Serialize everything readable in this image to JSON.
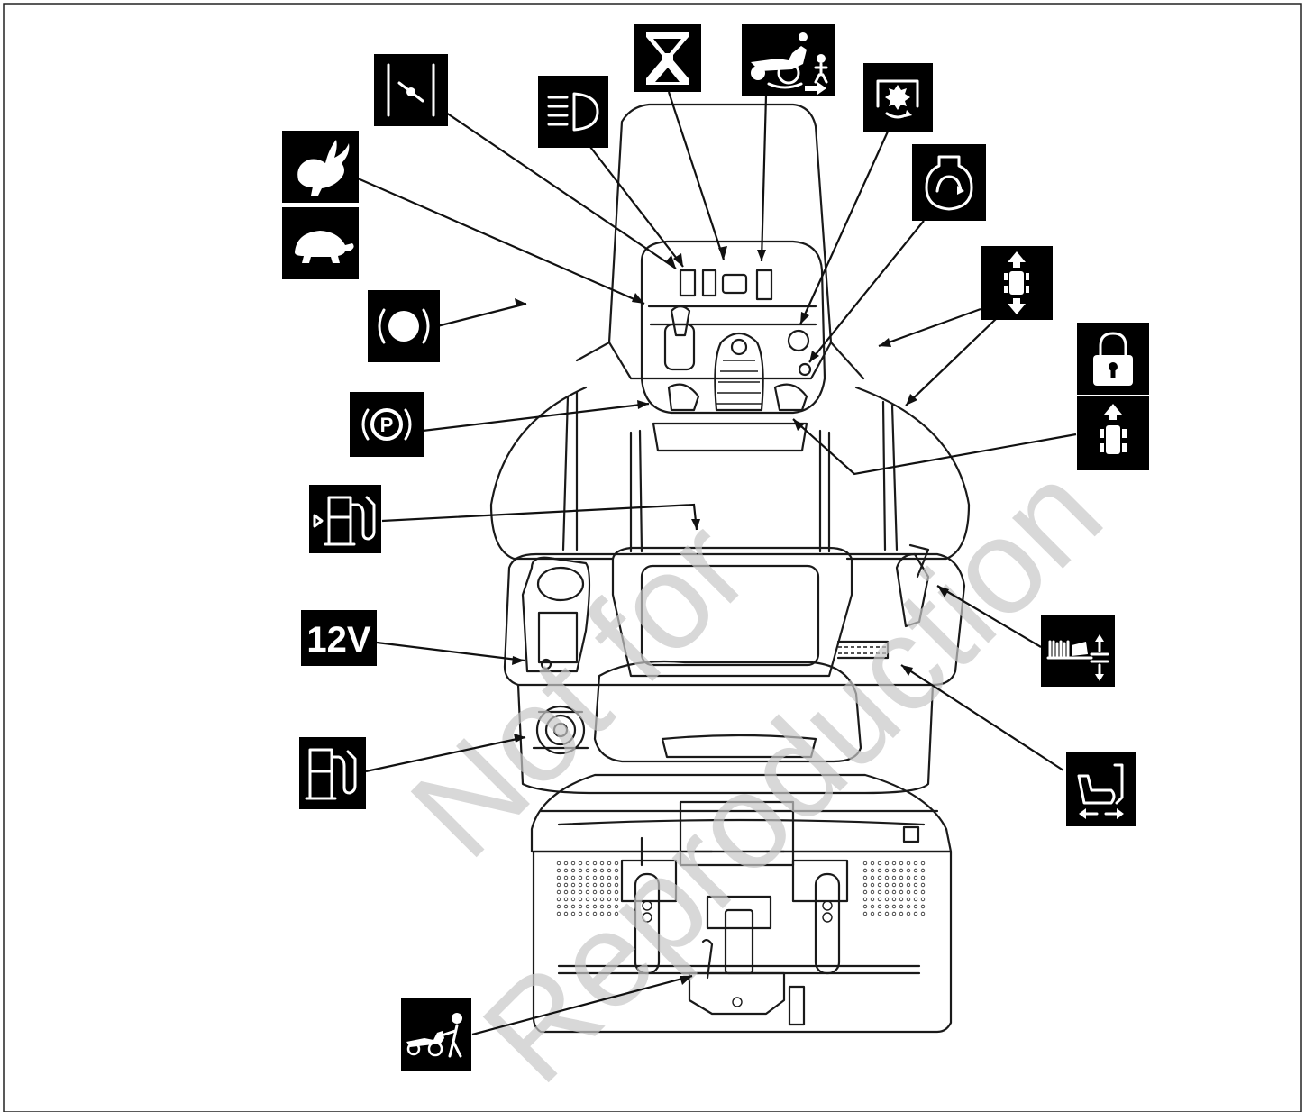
{
  "labels": {
    "voltage": "12V",
    "parking_brake_letter": "P"
  },
  "watermark": {
    "line1": "Not for",
    "line2": "Reproduction"
  },
  "icons": [
    "throttle-fast-icon",
    "throttle-slow-icon",
    "choke-icon",
    "headlight-icon",
    "hour-meter-icon",
    "reverse-mow-operator-icon",
    "pto-engage-icon",
    "ignition-icon",
    "drive-direction-icon",
    "lock-icon",
    "forward-drive-icon",
    "brake-pedal-icon",
    "parking-brake-icon",
    "fuel-gauge-icon",
    "power-outlet-12v-icon",
    "fuel-cap-icon",
    "cutting-height-icon",
    "seat-adjust-icon",
    "push-mower-icon"
  ],
  "colors": {
    "ink": "#000000",
    "paper": "#ffffff",
    "watermark": "#c8c8c8"
  }
}
